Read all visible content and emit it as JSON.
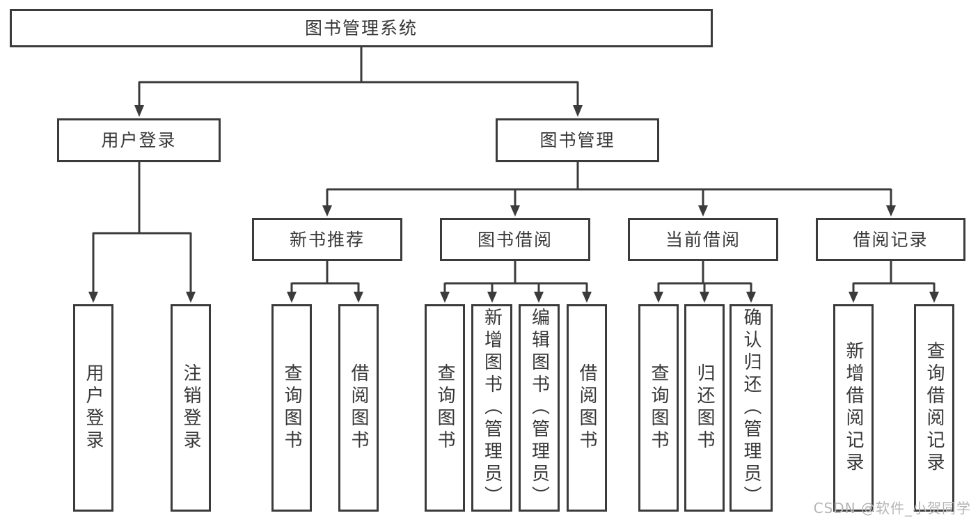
{
  "diagram": {
    "root": {
      "label": "图书管理系统"
    },
    "level2": [
      {
        "id": "user-login",
        "label": "用户登录",
        "children": [
          {
            "label": "用户登录"
          },
          {
            "label": "注销登录"
          }
        ]
      },
      {
        "id": "book-management",
        "label": "图书管理",
        "children": [
          {
            "id": "new-book-recommend",
            "label": "新书推荐",
            "children": [
              {
                "label": "查询图书"
              },
              {
                "label": "借阅图书"
              }
            ]
          },
          {
            "id": "book-borrow",
            "label": "图书借阅",
            "children": [
              {
                "label": "查询图书"
              },
              {
                "label": "新增图书（管理员）"
              },
              {
                "label": "编辑图书（管理员）"
              },
              {
                "label": "借阅图书"
              }
            ]
          },
          {
            "id": "current-borrow",
            "label": "当前借阅",
            "children": [
              {
                "label": "查询图书"
              },
              {
                "label": "归还图书"
              },
              {
                "label": "确认归还（管理员）"
              }
            ]
          },
          {
            "id": "borrow-records",
            "label": "借阅记录",
            "children": [
              {
                "label": "新增借阅记录"
              },
              {
                "label": "查询借阅记录"
              }
            ]
          }
        ]
      }
    ]
  },
  "watermark": {
    "text": "CSDN @软件_小贺同学"
  },
  "colors": {
    "line": "#3b3b3b",
    "text": "#383838",
    "box_background": "#ffffff",
    "watermark": "#b5b5b5",
    "page_background": "#ffffff"
  }
}
